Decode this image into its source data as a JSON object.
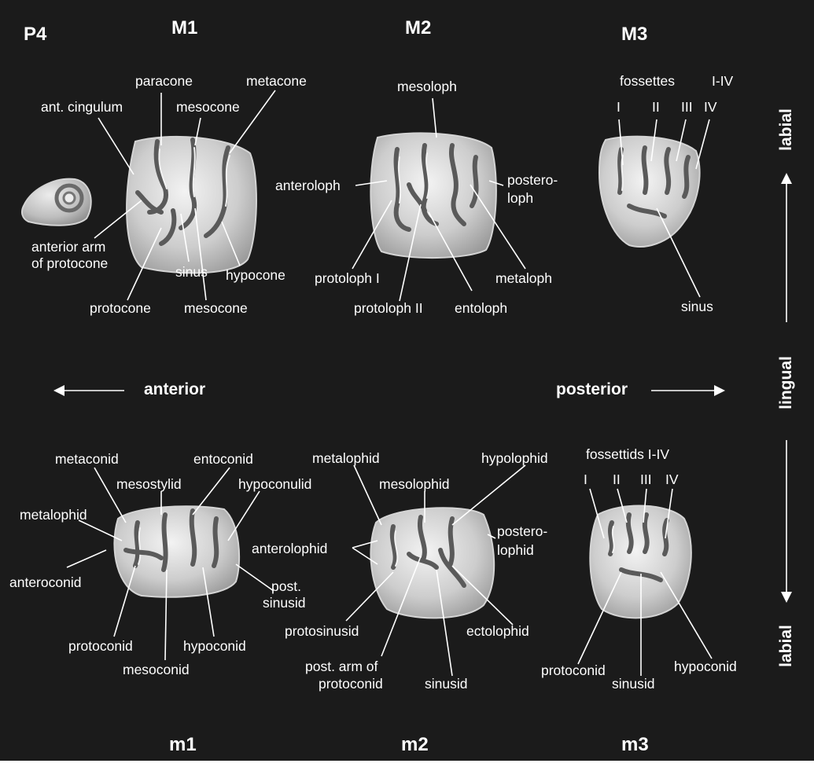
{
  "titles": {
    "p4": "P4",
    "M1": "M1",
    "M2": "M2",
    "M3": "M3",
    "m1": "m1",
    "m2": "m2",
    "m3": "m3"
  },
  "directions": {
    "anterior": "anterior",
    "posterior": "posterior",
    "labial_top": "labial",
    "lingual": "lingual",
    "labial_bottom": "labial"
  },
  "labels": {
    "M1": {
      "paracone": "paracone",
      "metacone": "metacone",
      "ant_cingulum": "ant. cingulum",
      "mesocone_top": "mesocone",
      "anterior_arm_1": "anterior arm",
      "anterior_arm_2": "of protocone",
      "sinus": "sinus",
      "hypocone": "hypocone",
      "protocone": "protocone",
      "mesocone_bottom": "mesocone"
    },
    "M2": {
      "mesoloph": "mesoloph",
      "anteroloph": "anteroloph",
      "posteroloph_1": "postero-",
      "posteroloph_2": "loph",
      "protoloph_1": "protoloph I",
      "metaloph": "metaloph",
      "protoloph_2": "protoloph II",
      "entoloph": "entoloph"
    },
    "M3": {
      "fossettes": "fossettes",
      "fossettes_range": "I-IV",
      "f1": "I",
      "f2": "II",
      "f3": "III",
      "f4": "IV",
      "sinus": "sinus"
    },
    "m1": {
      "metaconid": "metaconid",
      "entoconid": "entoconid",
      "mesostylid": "mesostylid",
      "hypoconulid": "hypoconulid",
      "metalophid": "metalophid",
      "anteroconid": "anteroconid",
      "post_sinusid_1": "post.",
      "post_sinusid_2": "sinusid",
      "protoconid": "protoconid",
      "hypoconid": "hypoconid",
      "mesoconid": "mesoconid"
    },
    "m2": {
      "metalophid": "metalophid",
      "hypolophid": "hypolophid",
      "mesolophid": "mesolophid",
      "posterolophid_1": "postero-",
      "posterolophid_2": "lophid",
      "anterolophid": "anterolophid",
      "protosinusid": "protosinusid",
      "ectolophid": "ectolophid",
      "post_arm_1": "post. arm of",
      "post_arm_2": "protoconid",
      "sinusid": "sinusid"
    },
    "m3": {
      "fossettids": "fossettids I-IV",
      "f1": "I",
      "f2": "II",
      "f3": "III",
      "f4": "IV",
      "protoconid": "protoconid",
      "sinusid": "sinusid",
      "hypoconid": "hypoconid"
    }
  },
  "colors": {
    "background": "#1b1b1b",
    "tooth_light": "#e6e6e6",
    "tooth_shade": "#8c8c8c",
    "text": "#ffffff"
  }
}
